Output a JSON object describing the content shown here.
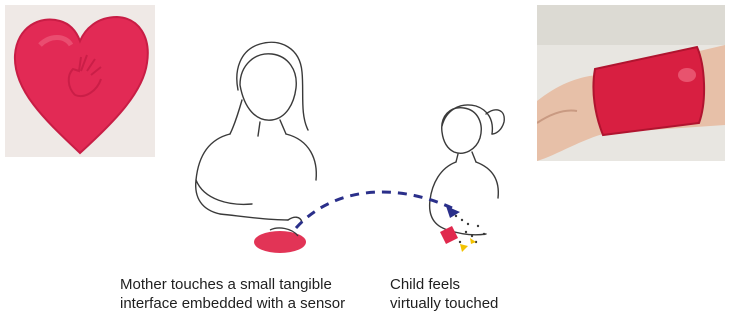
{
  "captions": {
    "mother": [
      "Mother touches a small tangible",
      "interface embedded with a sensor"
    ],
    "child": [
      "Child feels",
      "virtually touched"
    ]
  },
  "photos": {
    "left": "red-heart-shaped-touch-interface",
    "right": "red-wristband-on-child-arm"
  },
  "colors": {
    "device_red": "#e0294d",
    "connection_line": "#2a2f8a",
    "sketch_line": "#3a3a3a",
    "spark_yellow": "#f2c200"
  }
}
